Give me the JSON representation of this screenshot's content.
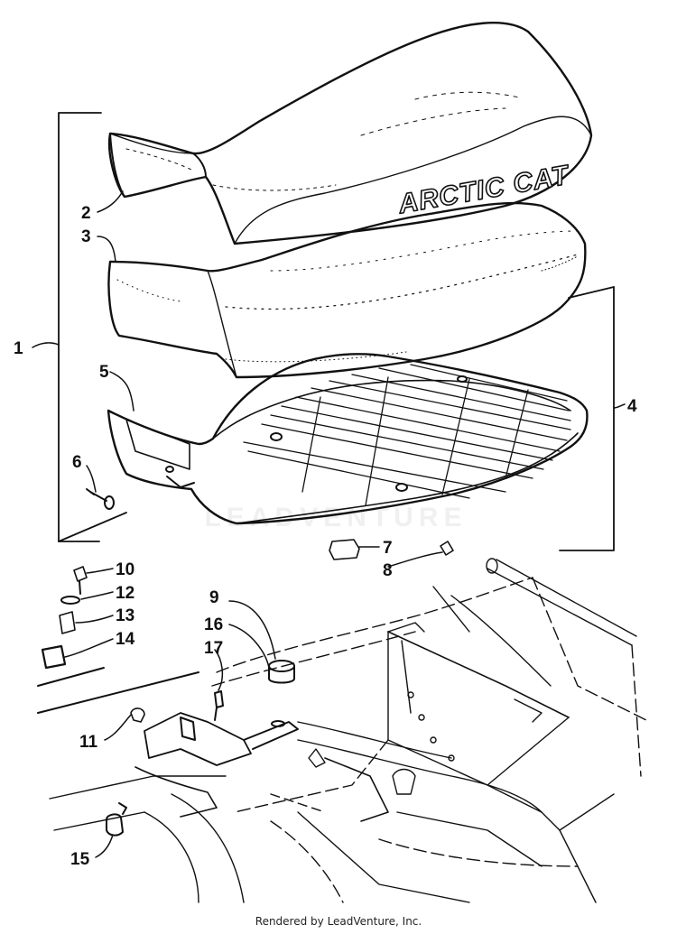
{
  "diagram": {
    "brand_text": "ARCTIC CAT",
    "watermark_text": "LEADVENTURE",
    "callouts": [
      "1",
      "2",
      "3",
      "4",
      "5",
      "6",
      "7",
      "8",
      "9",
      "10",
      "11",
      "12",
      "13",
      "14",
      "15",
      "16",
      "17"
    ]
  },
  "footer": {
    "text": "Rendered by LeadVenture, Inc."
  }
}
